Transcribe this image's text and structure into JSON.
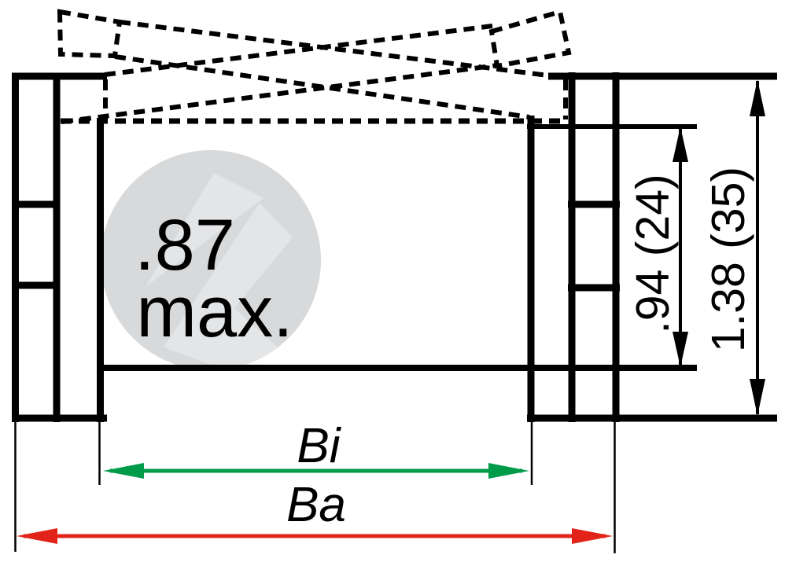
{
  "watermark": {
    "value": ".87",
    "qualifier": "max."
  },
  "dimensions": {
    "inner_height_label": ".94 (24)",
    "outer_height_label": "1.38 (35)",
    "inner_width_label": "Bi",
    "outer_width_label": "Ba"
  },
  "colors": {
    "line": "#000000",
    "inner_width": "#009b49",
    "outer_width": "#e2231a",
    "watermark_circle": "#d8d9da",
    "watermark_arrow": "#e4e5e7"
  }
}
